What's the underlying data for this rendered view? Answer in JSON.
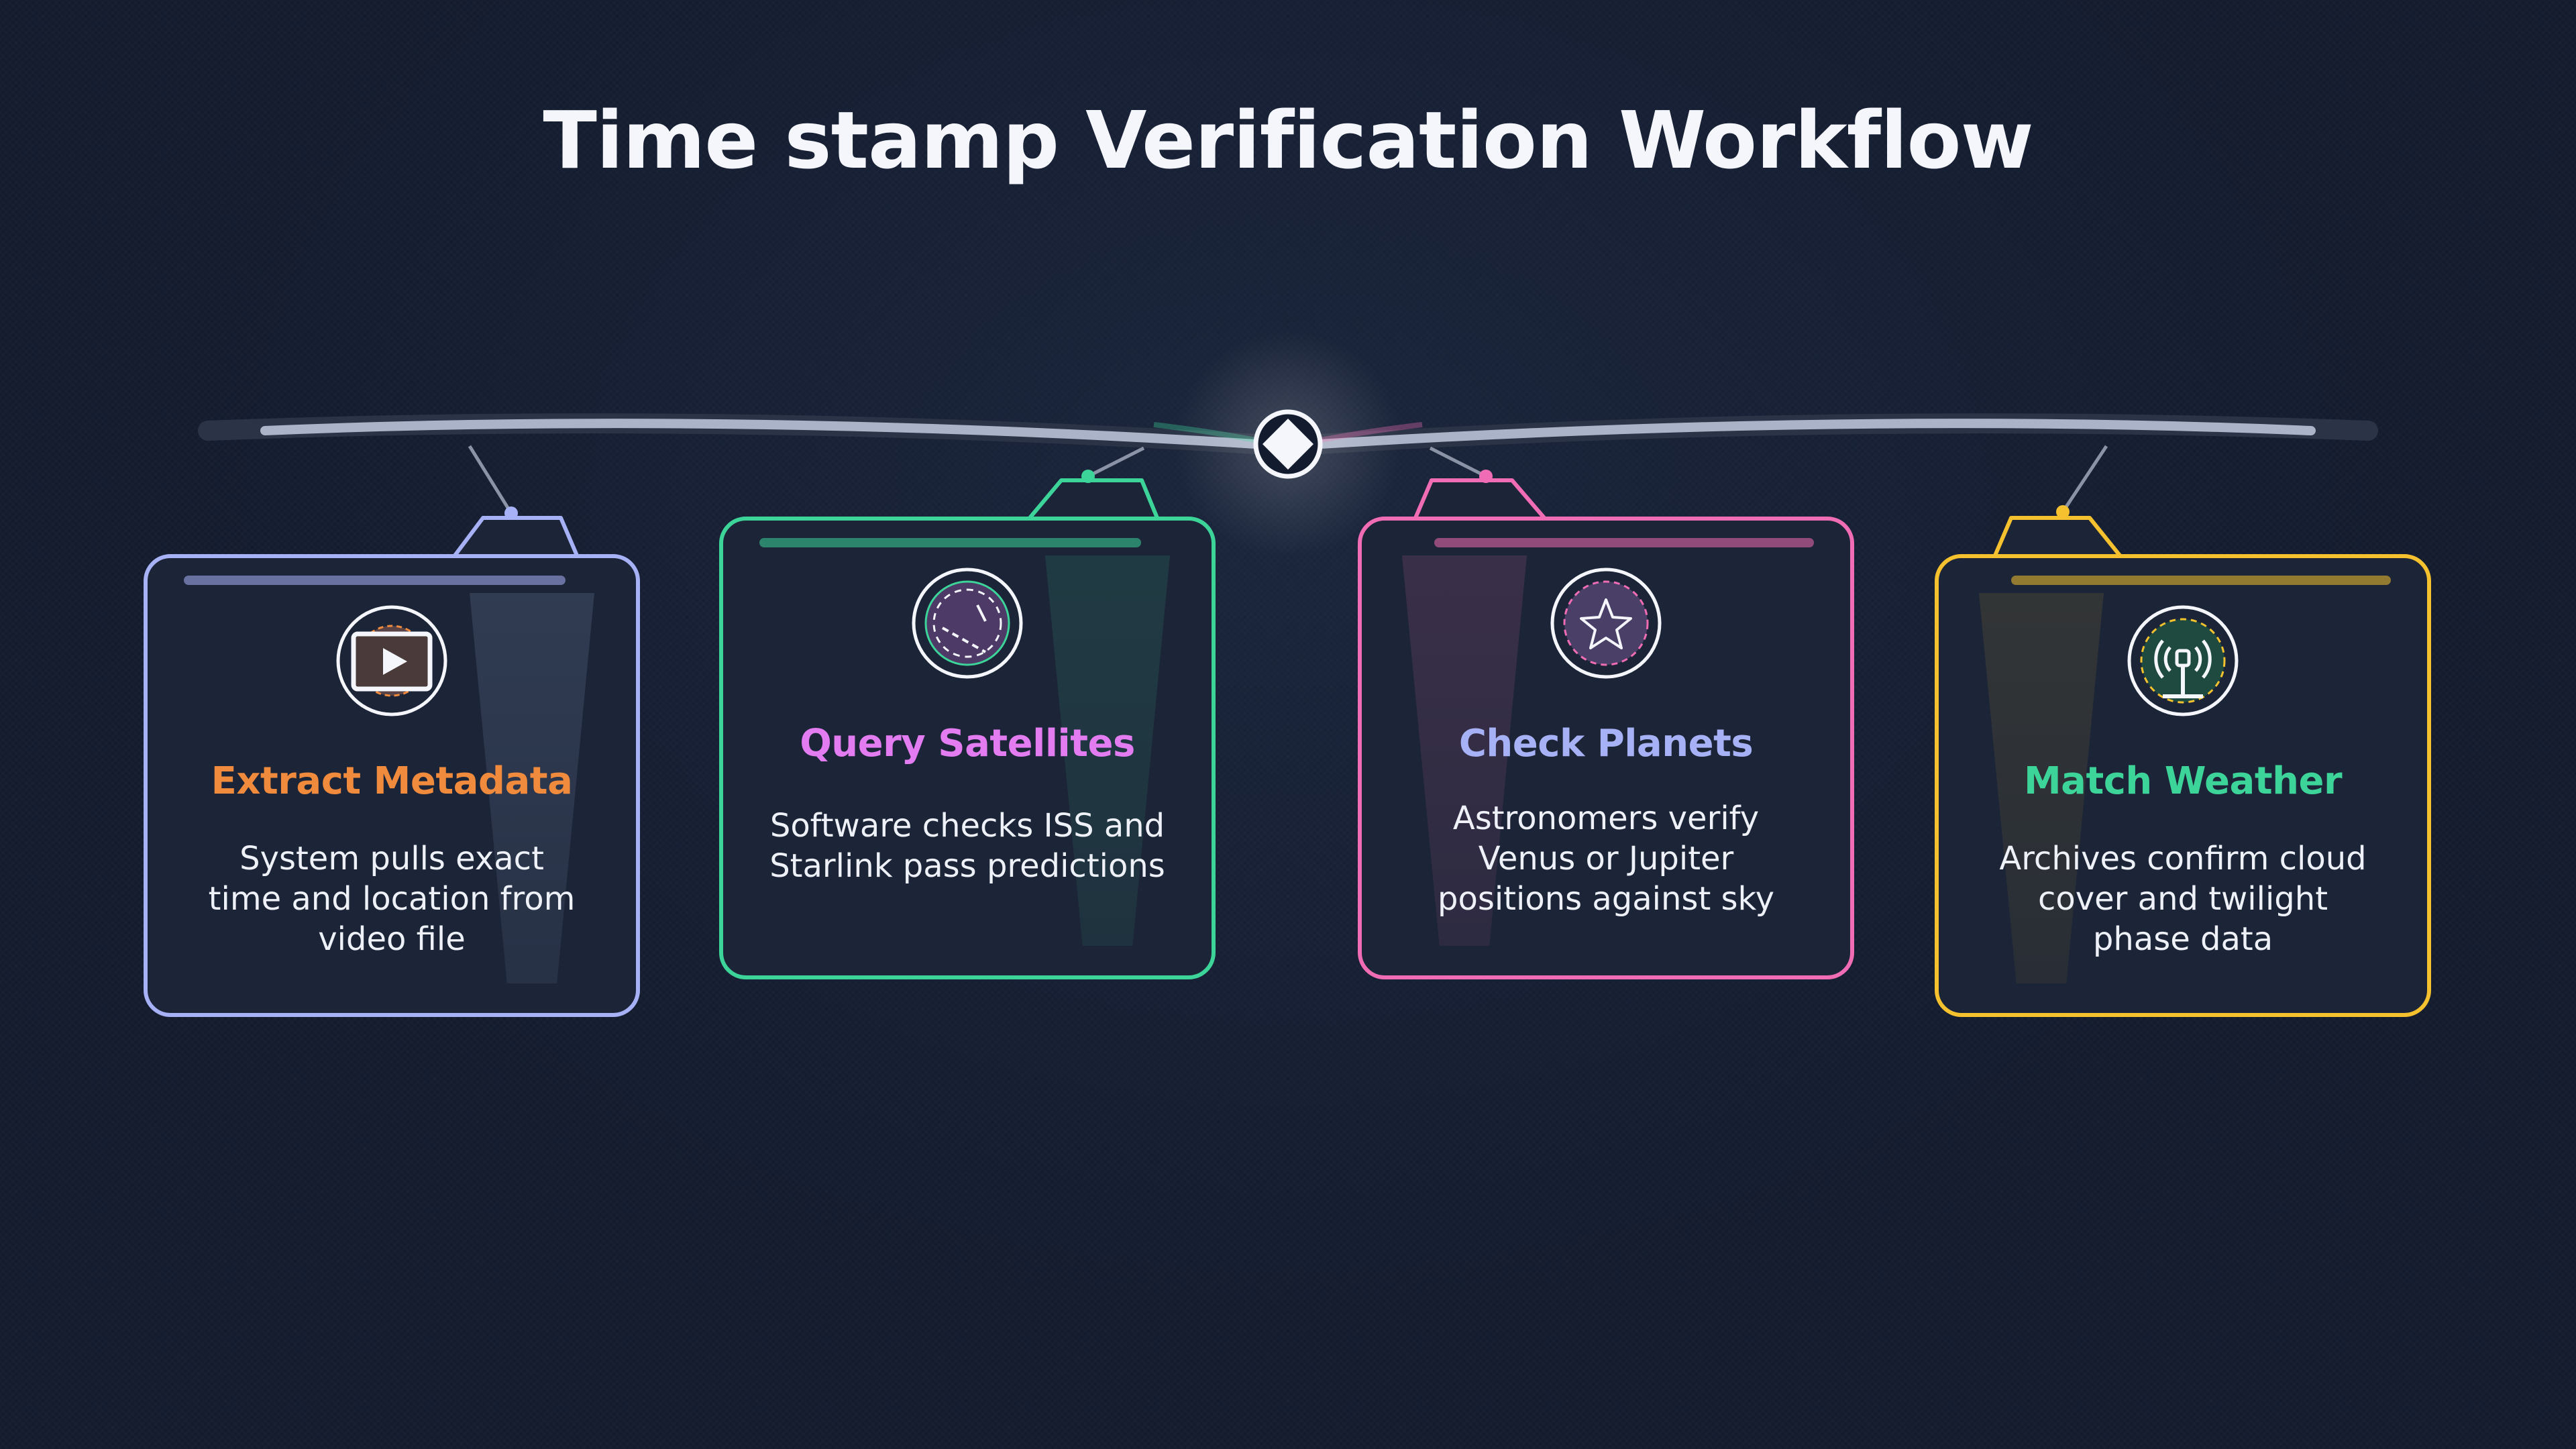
{
  "title": "Time stamp Verification Workflow",
  "colors": {
    "background": "#131b2e",
    "card_fill": "#1c2537",
    "rail": "#aab3c7",
    "step1_border": "#a7b1f5",
    "step1_title": "#f08a3c",
    "step2_border": "#3dd49a",
    "step2_title": "#e27cf0",
    "step3_border": "#f06cb4",
    "step3_title": "#a7b1f5",
    "step4_border": "#f5c12e",
    "step4_title": "#3dd49a"
  },
  "steps": [
    {
      "title": "Extract Metadata",
      "description": "System pulls exact time and location from video file",
      "icon": "video-play-icon"
    },
    {
      "title": "Query Satellites",
      "description": "Software checks ISS and Starlink pass predictions",
      "icon": "satellite-orbit-icon"
    },
    {
      "title": "Check Planets",
      "description": "Astronomers verify Venus or Jupiter positions against sky",
      "icon": "star-icon"
    },
    {
      "title": "Match Weather",
      "description": "Archives confirm cloud cover and twilight phase data",
      "icon": "weather-station-icon"
    }
  ]
}
